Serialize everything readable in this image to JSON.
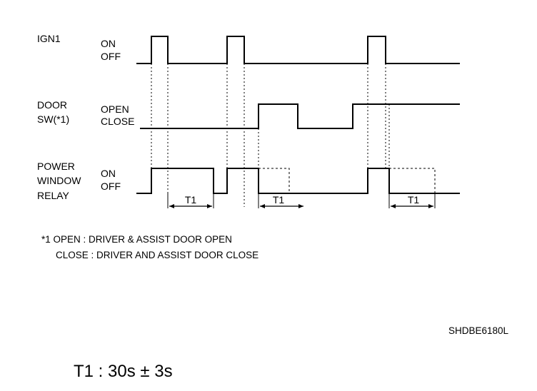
{
  "signals": {
    "ign1": {
      "name": "IGN1",
      "state_high": "ON",
      "state_low": "OFF"
    },
    "door_sw": {
      "name_line1": "DOOR",
      "name_line2": "SW(*1)",
      "state_high": "OPEN",
      "state_low": "CLOSE"
    },
    "relay": {
      "name_line1": "POWER",
      "name_line2": "WINDOW",
      "name_line3": "RELAY",
      "state_high": "ON",
      "state_low": "OFF"
    }
  },
  "timers": {
    "t1_label_1": "T1",
    "t1_label_2": "T1",
    "t1_label_3": "T1"
  },
  "footnote": {
    "line1": "*1  OPEN : DRIVER & ASSIST DOOR OPEN",
    "line2": "CLOSE : DRIVER AND ASSIST DOOR CLOSE"
  },
  "figure_code": "SHDBE6180L",
  "t1_definition": "T1  :  30s ± 3s"
}
